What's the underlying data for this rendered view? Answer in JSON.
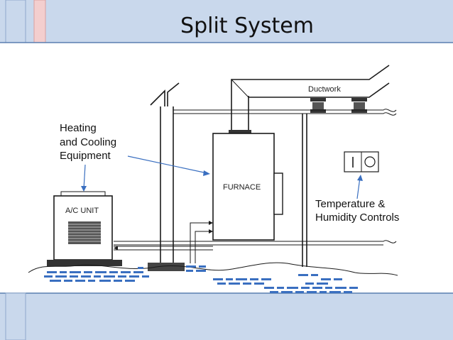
{
  "slide": {
    "title": "Split System",
    "colors": {
      "header_band": "#c9d8ec",
      "accent_pink": "#f3cece",
      "ground_blue": "#3a6fc0",
      "arrow_blue": "#3a6fc0"
    }
  },
  "diagram": {
    "labels": {
      "ductwork": "Ductwork",
      "equipment_line1": "Heating",
      "equipment_line2": "and Cooling",
      "equipment_line3": "Equipment",
      "furnace": "FURNACE",
      "ac_unit": "A/C UNIT",
      "controls_line1": "Temperature &",
      "controls_line2": "Humidity Controls"
    },
    "icons": [
      "thermostat-switch-icon",
      "humidity-dial-icon"
    ]
  }
}
